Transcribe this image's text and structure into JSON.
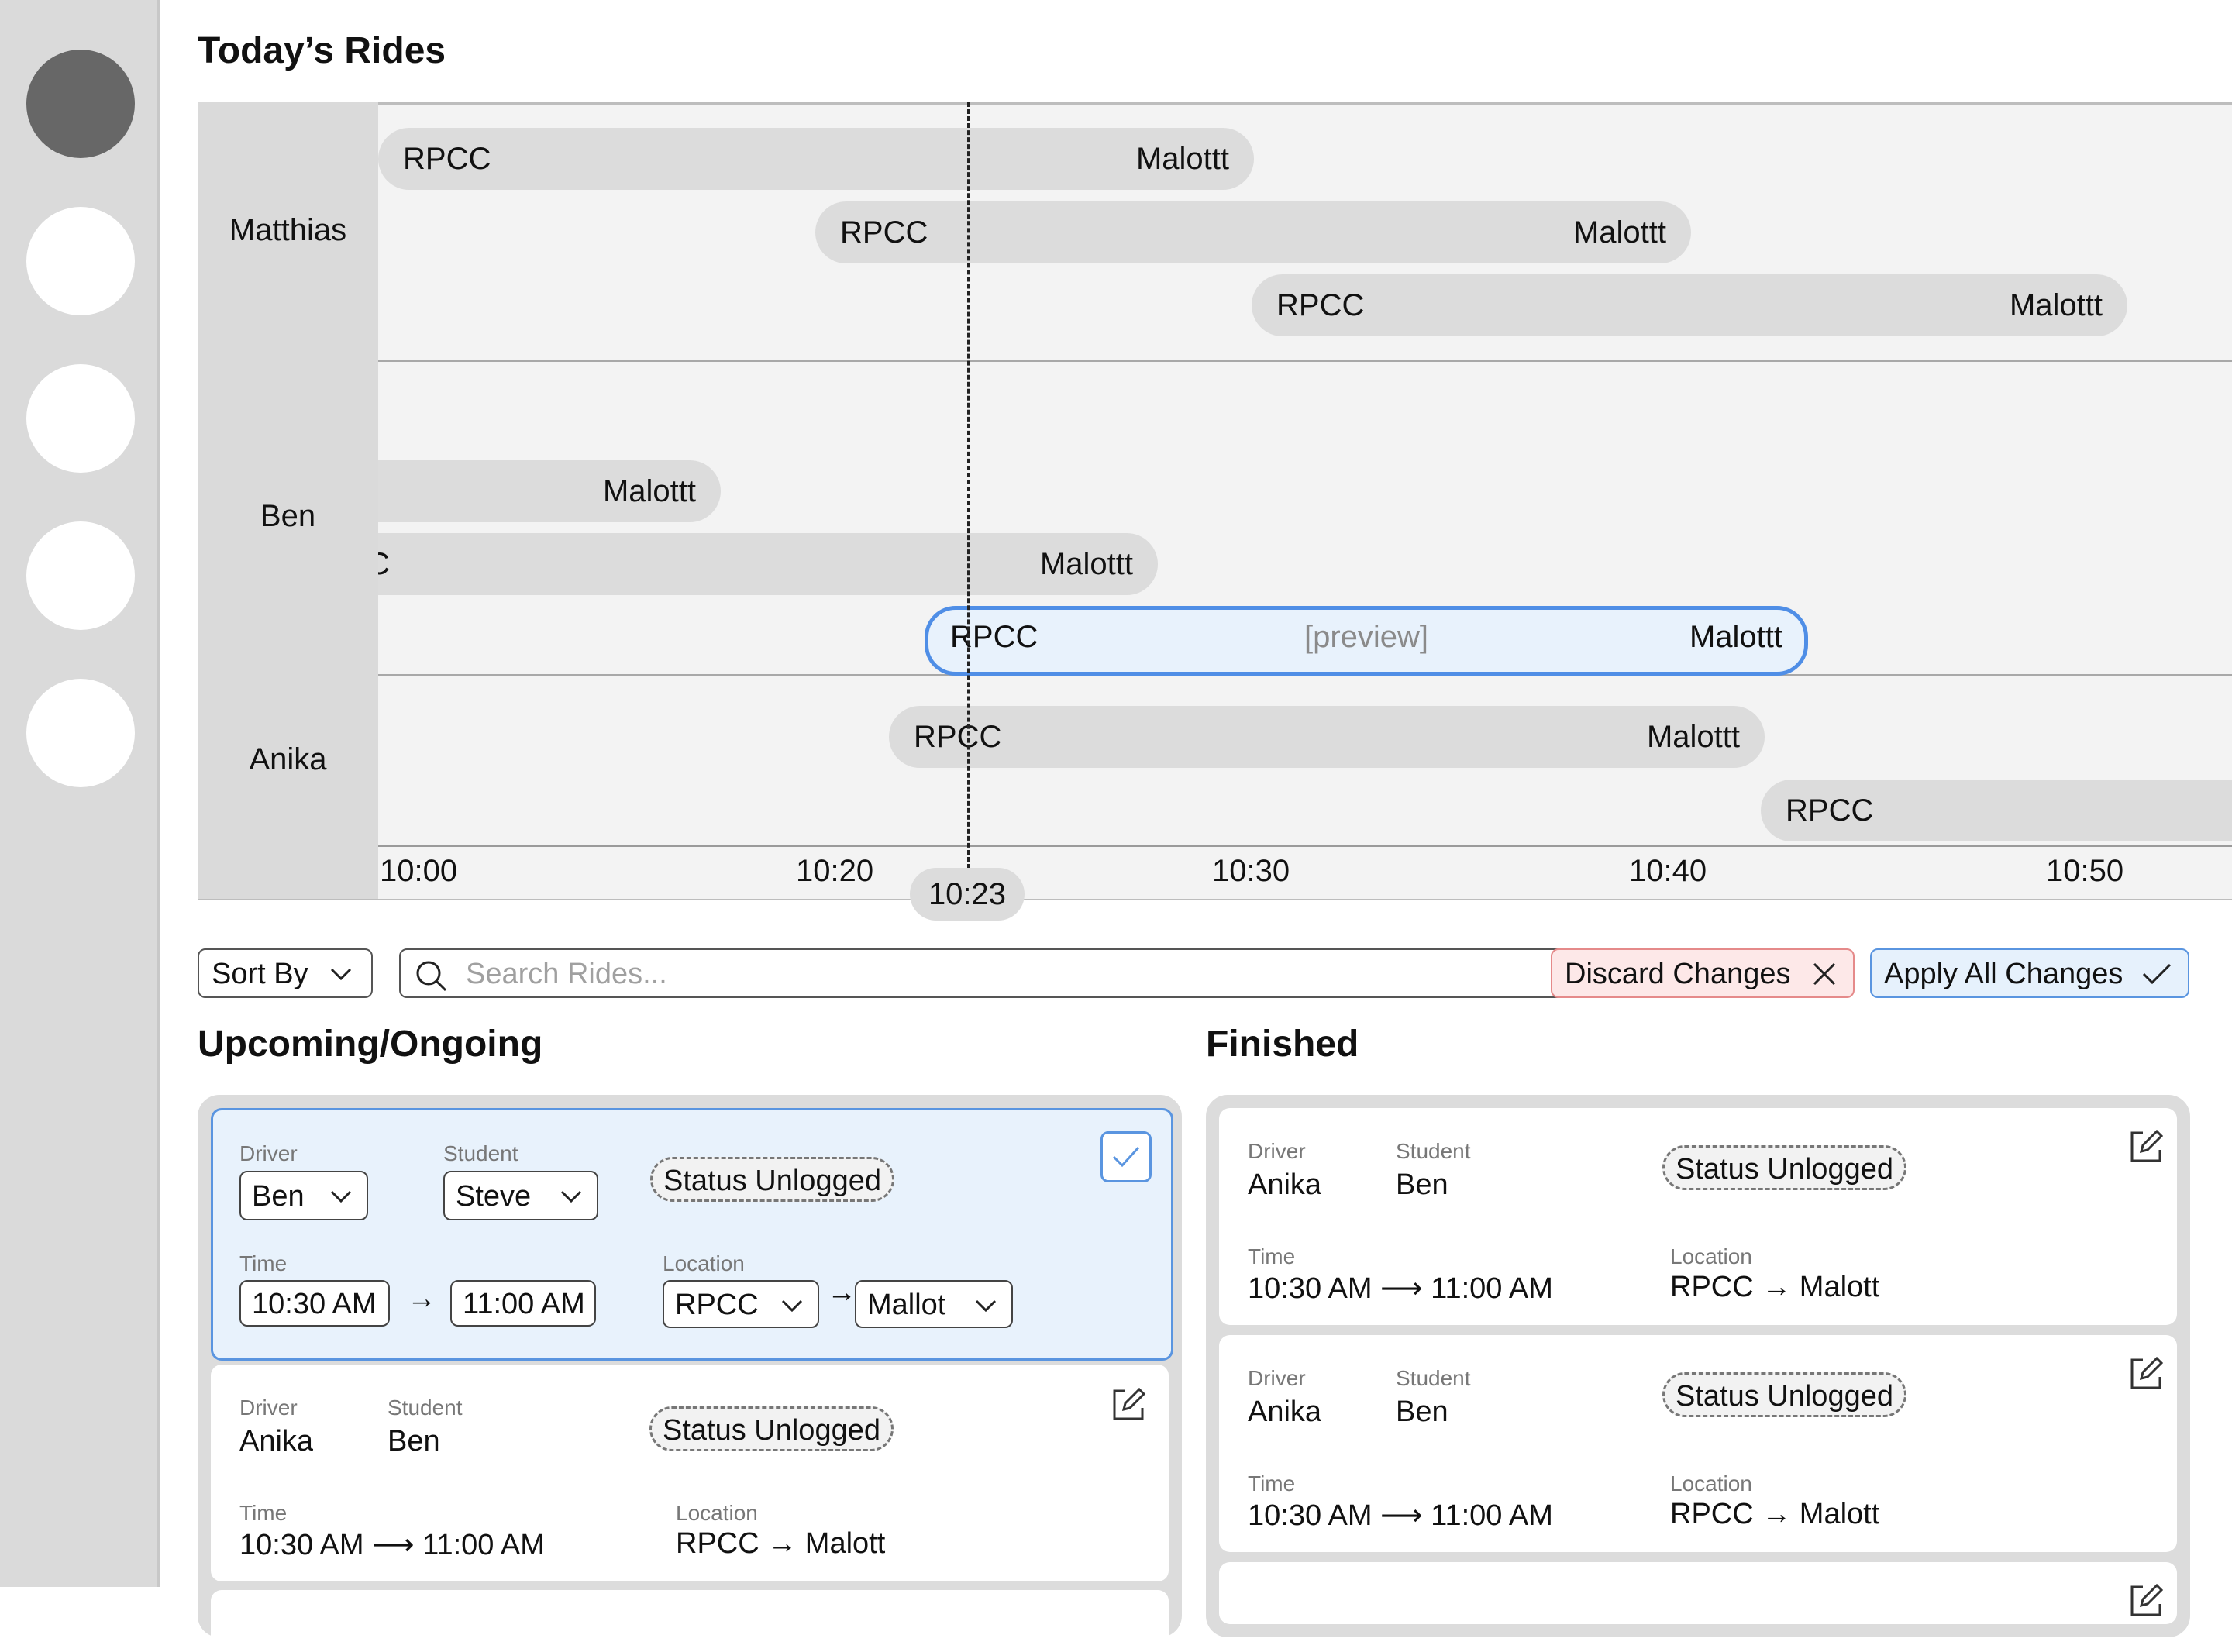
{
  "page": {
    "title": "Today’s Rides"
  },
  "sidebar": {
    "items": [
      {
        "icon": "nav-circle-icon",
        "active": true
      },
      {
        "icon": "nav-circle-icon",
        "active": false
      },
      {
        "icon": "nav-circle-icon",
        "active": false
      },
      {
        "icon": "nav-circle-icon",
        "active": false
      },
      {
        "icon": "nav-circle-icon",
        "active": false
      }
    ]
  },
  "timeline": {
    "drivers": [
      "Matthias",
      "Ben",
      "Anika"
    ],
    "ticks": [
      "10:00",
      "10:20",
      "10:30",
      "10:40",
      "10:50"
    ],
    "now": "10:23",
    "rides": {
      "m1": {
        "from": "RPCC",
        "to": "Malottt"
      },
      "m2": {
        "from": "RPCC",
        "to": "Malottt"
      },
      "m3": {
        "from": "RPCC",
        "to": "Malottt"
      },
      "b1": {
        "from": "",
        "to": "Malottt"
      },
      "b2": {
        "from": "C",
        "to": "Malottt"
      },
      "bp": {
        "from": "RPCC",
        "to": "Malottt",
        "label": "[preview]"
      },
      "a1": {
        "from": "RPCC",
        "to": "Malottt"
      },
      "a2": {
        "from": "RPCC",
        "to": ""
      }
    }
  },
  "toolbar": {
    "sort_label": "Sort By",
    "search_placeholder": "Search Rides...",
    "discard_label": "Discard Changes",
    "apply_label": "Apply All Changes"
  },
  "upcoming": {
    "title": "Upcoming/Ongoing",
    "editing_card": {
      "driver_label": "Driver",
      "driver": "Ben",
      "student_label": "Student",
      "student": "Steve",
      "status": "Status Unlogged",
      "time_label": "Time",
      "start": "10:30 AM",
      "end": "11:00 AM",
      "location_label": "Location",
      "from": "RPCC",
      "to": "Mallot"
    },
    "card2": {
      "driver_label": "Driver",
      "driver": "Anika",
      "student_label": "Student",
      "student": "Ben",
      "status": "Status Unlogged",
      "time_label": "Time",
      "time": "10:30 AM ⟶ 11:00 AM",
      "location_label": "Location",
      "location": "RPCC → Malott"
    }
  },
  "finished": {
    "title": "Finished",
    "cards": [
      {
        "driver_label": "Driver",
        "driver": "Anika",
        "student_label": "Student",
        "student": "Ben",
        "status": "Status Unlogged",
        "time_label": "Time",
        "time": "10:30 AM ⟶ 11:00 AM",
        "location_label": "Location",
        "location": "RPCC → Malott"
      },
      {
        "driver_label": "Driver",
        "driver": "Anika",
        "student_label": "Student",
        "student": "Ben",
        "status": "Status Unlogged",
        "time_label": "Time",
        "time": "10:30 AM ⟶ 11:00 AM",
        "location_label": "Location",
        "location": "RPCC → Malott"
      }
    ]
  },
  "colors": {
    "accent": "#4f8ee6",
    "discard": "#e58a8a",
    "bar": "#dcdcdc",
    "sidebar": "#dadada"
  }
}
